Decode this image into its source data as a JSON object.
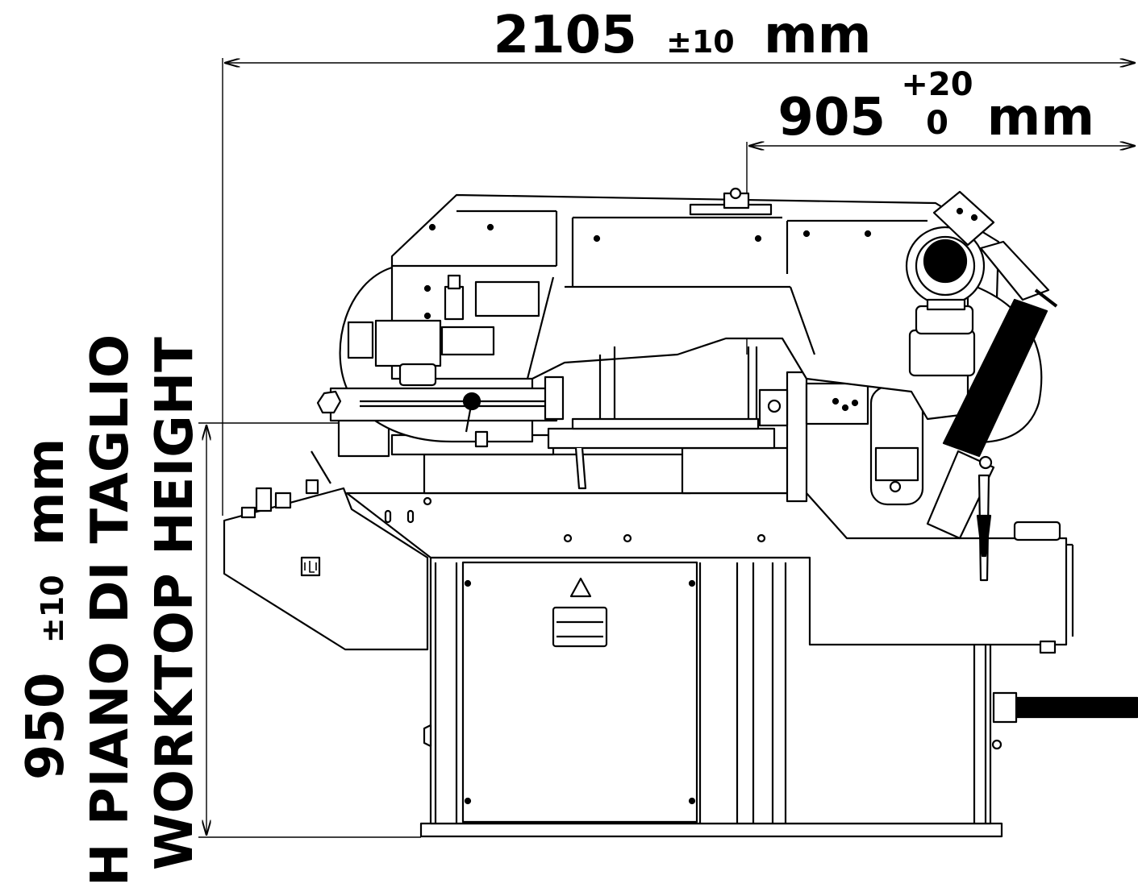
{
  "dimensions": {
    "overall_length": {
      "value": "2105",
      "tolerance": "±10",
      "unit": "mm"
    },
    "depth": {
      "value": "905",
      "tol_upper": "+20",
      "tol_lower": "0",
      "unit": "mm"
    },
    "worktop_height": {
      "value": "950",
      "tolerance": "±10",
      "unit": "mm",
      "label_it": "H PIANO DI TAGLIO",
      "label_en": "WORKTOP HEIGHT"
    }
  },
  "colors": {
    "line": "#000000",
    "background": "#ffffff"
  }
}
